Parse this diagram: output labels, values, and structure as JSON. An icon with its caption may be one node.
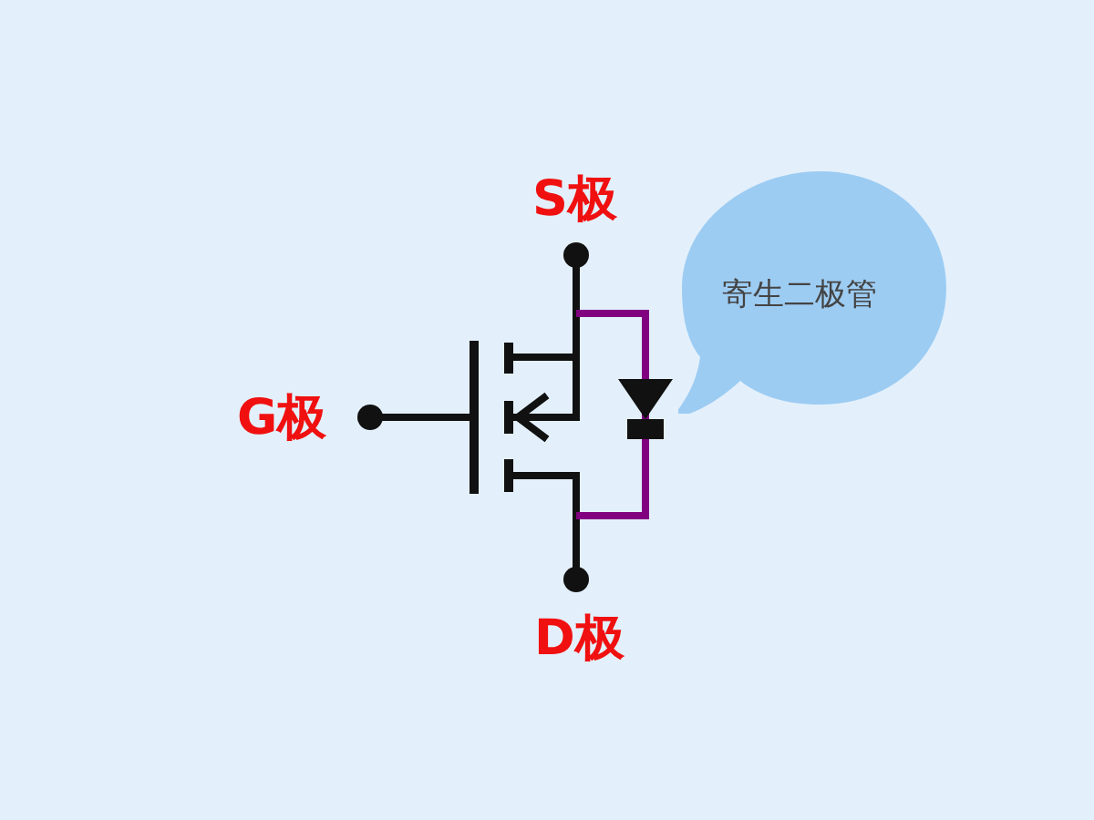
{
  "diagram": {
    "nodes": [
      {
        "text": [
          "寄生二极管"
        ]
      }
    ],
    "labels": [
      "S极",
      "G极",
      "D极"
    ]
  }
}
